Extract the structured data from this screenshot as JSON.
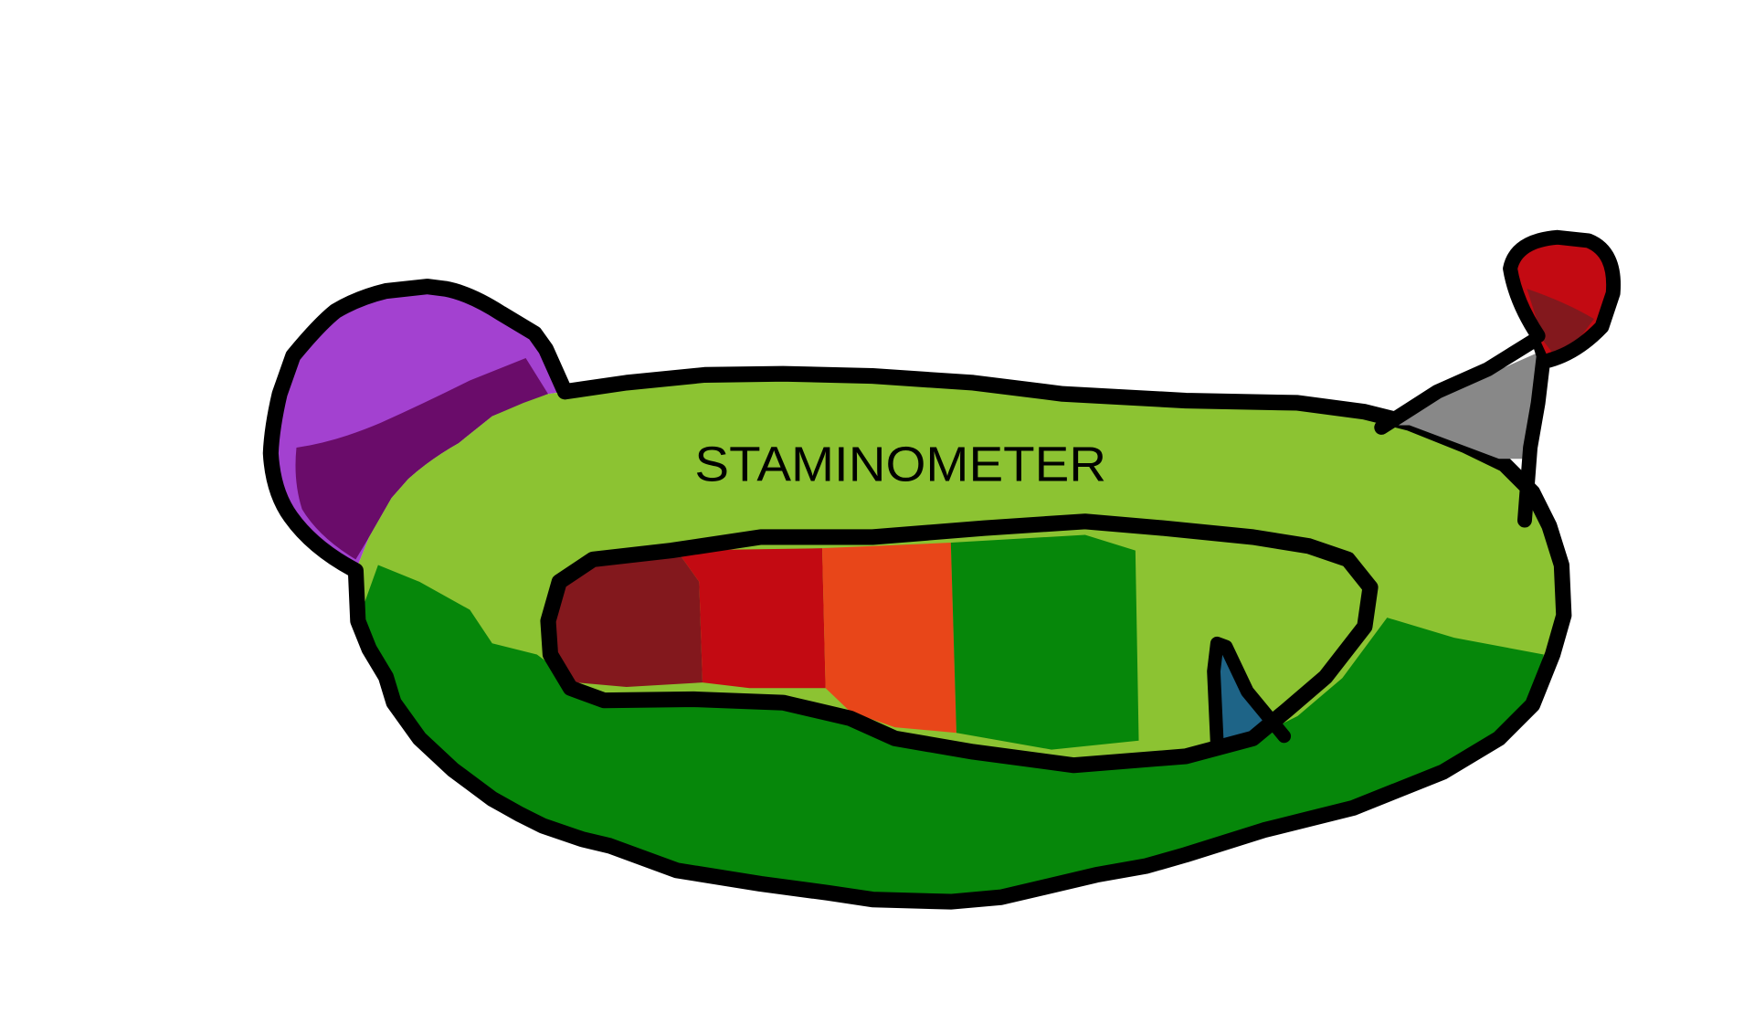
{
  "drawing": {
    "label": "STAMINOMETER",
    "colors": {
      "outline": "#000000",
      "light_green": "#8cc332",
      "dark_green": "#06870a",
      "dark_red": "#83181d",
      "red": "#c30a12",
      "orange": "#e84619",
      "purple": "#a341d0",
      "dark_purple": "#6a0c6a",
      "gray": "#888888",
      "blue": "#125a90"
    },
    "meter_segments": [
      "dark_red",
      "red",
      "orange",
      "dark_green",
      "light_green"
    ]
  }
}
